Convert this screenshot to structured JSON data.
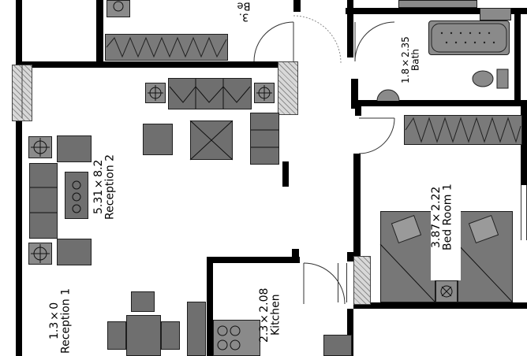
{
  "rooms": {
    "bedroom_top": {
      "name": "Be",
      "size": "3."
    },
    "reception_2": {
      "name": "Reception 2",
      "size": "5.31×8.2"
    },
    "reception_1": {
      "name": "Reception 1",
      "size": "1.3×0"
    },
    "bath": {
      "name": "Bath",
      "size": "1.8×2.35"
    },
    "bedroom_1": {
      "name": "Bed Room 1",
      "size": "3.87×2.22"
    },
    "kitchen": {
      "name": "Kitchen",
      "size": "2.3×2.08"
    }
  },
  "colors": {
    "wall": "#000000",
    "furniture": "#6f6f6f",
    "hatch": "#8c8c8c"
  }
}
